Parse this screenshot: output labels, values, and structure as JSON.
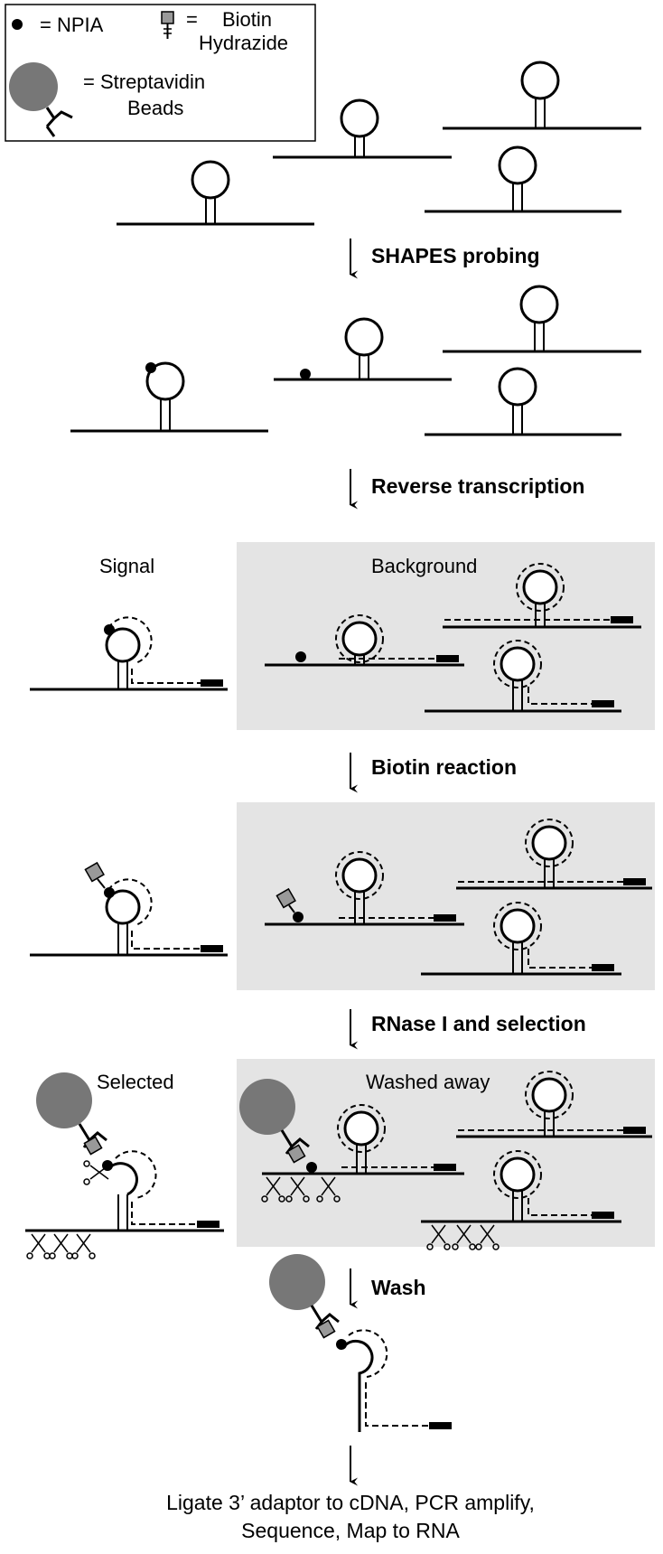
{
  "legend": {
    "npia_text": "=  NPIA",
    "biotin_eq": "=",
    "biotin_line1": "Biotin",
    "biotin_line2": "Hydrazide",
    "beads_line1": "= Streptavidin",
    "beads_line2": "Beads"
  },
  "steps": {
    "shapes_probing": "SHAPES probing",
    "reverse_transcription": "Reverse transcription",
    "biotin_reaction": "Biotin reaction",
    "rnase_selection": "RNase I and selection",
    "wash": "Wash"
  },
  "panels": {
    "signal": "Signal",
    "background": "Background",
    "selected": "Selected",
    "washed_away": "Washed away"
  },
  "footer": {
    "line1": "Ligate 3’ adaptor to cDNA, PCR amplify,",
    "line2": "Sequence, Map to RNA"
  },
  "colors": {
    "background_panel": "#e4e4e4",
    "bead": "#777777",
    "biotin": "#999999",
    "ink": "#000000"
  }
}
